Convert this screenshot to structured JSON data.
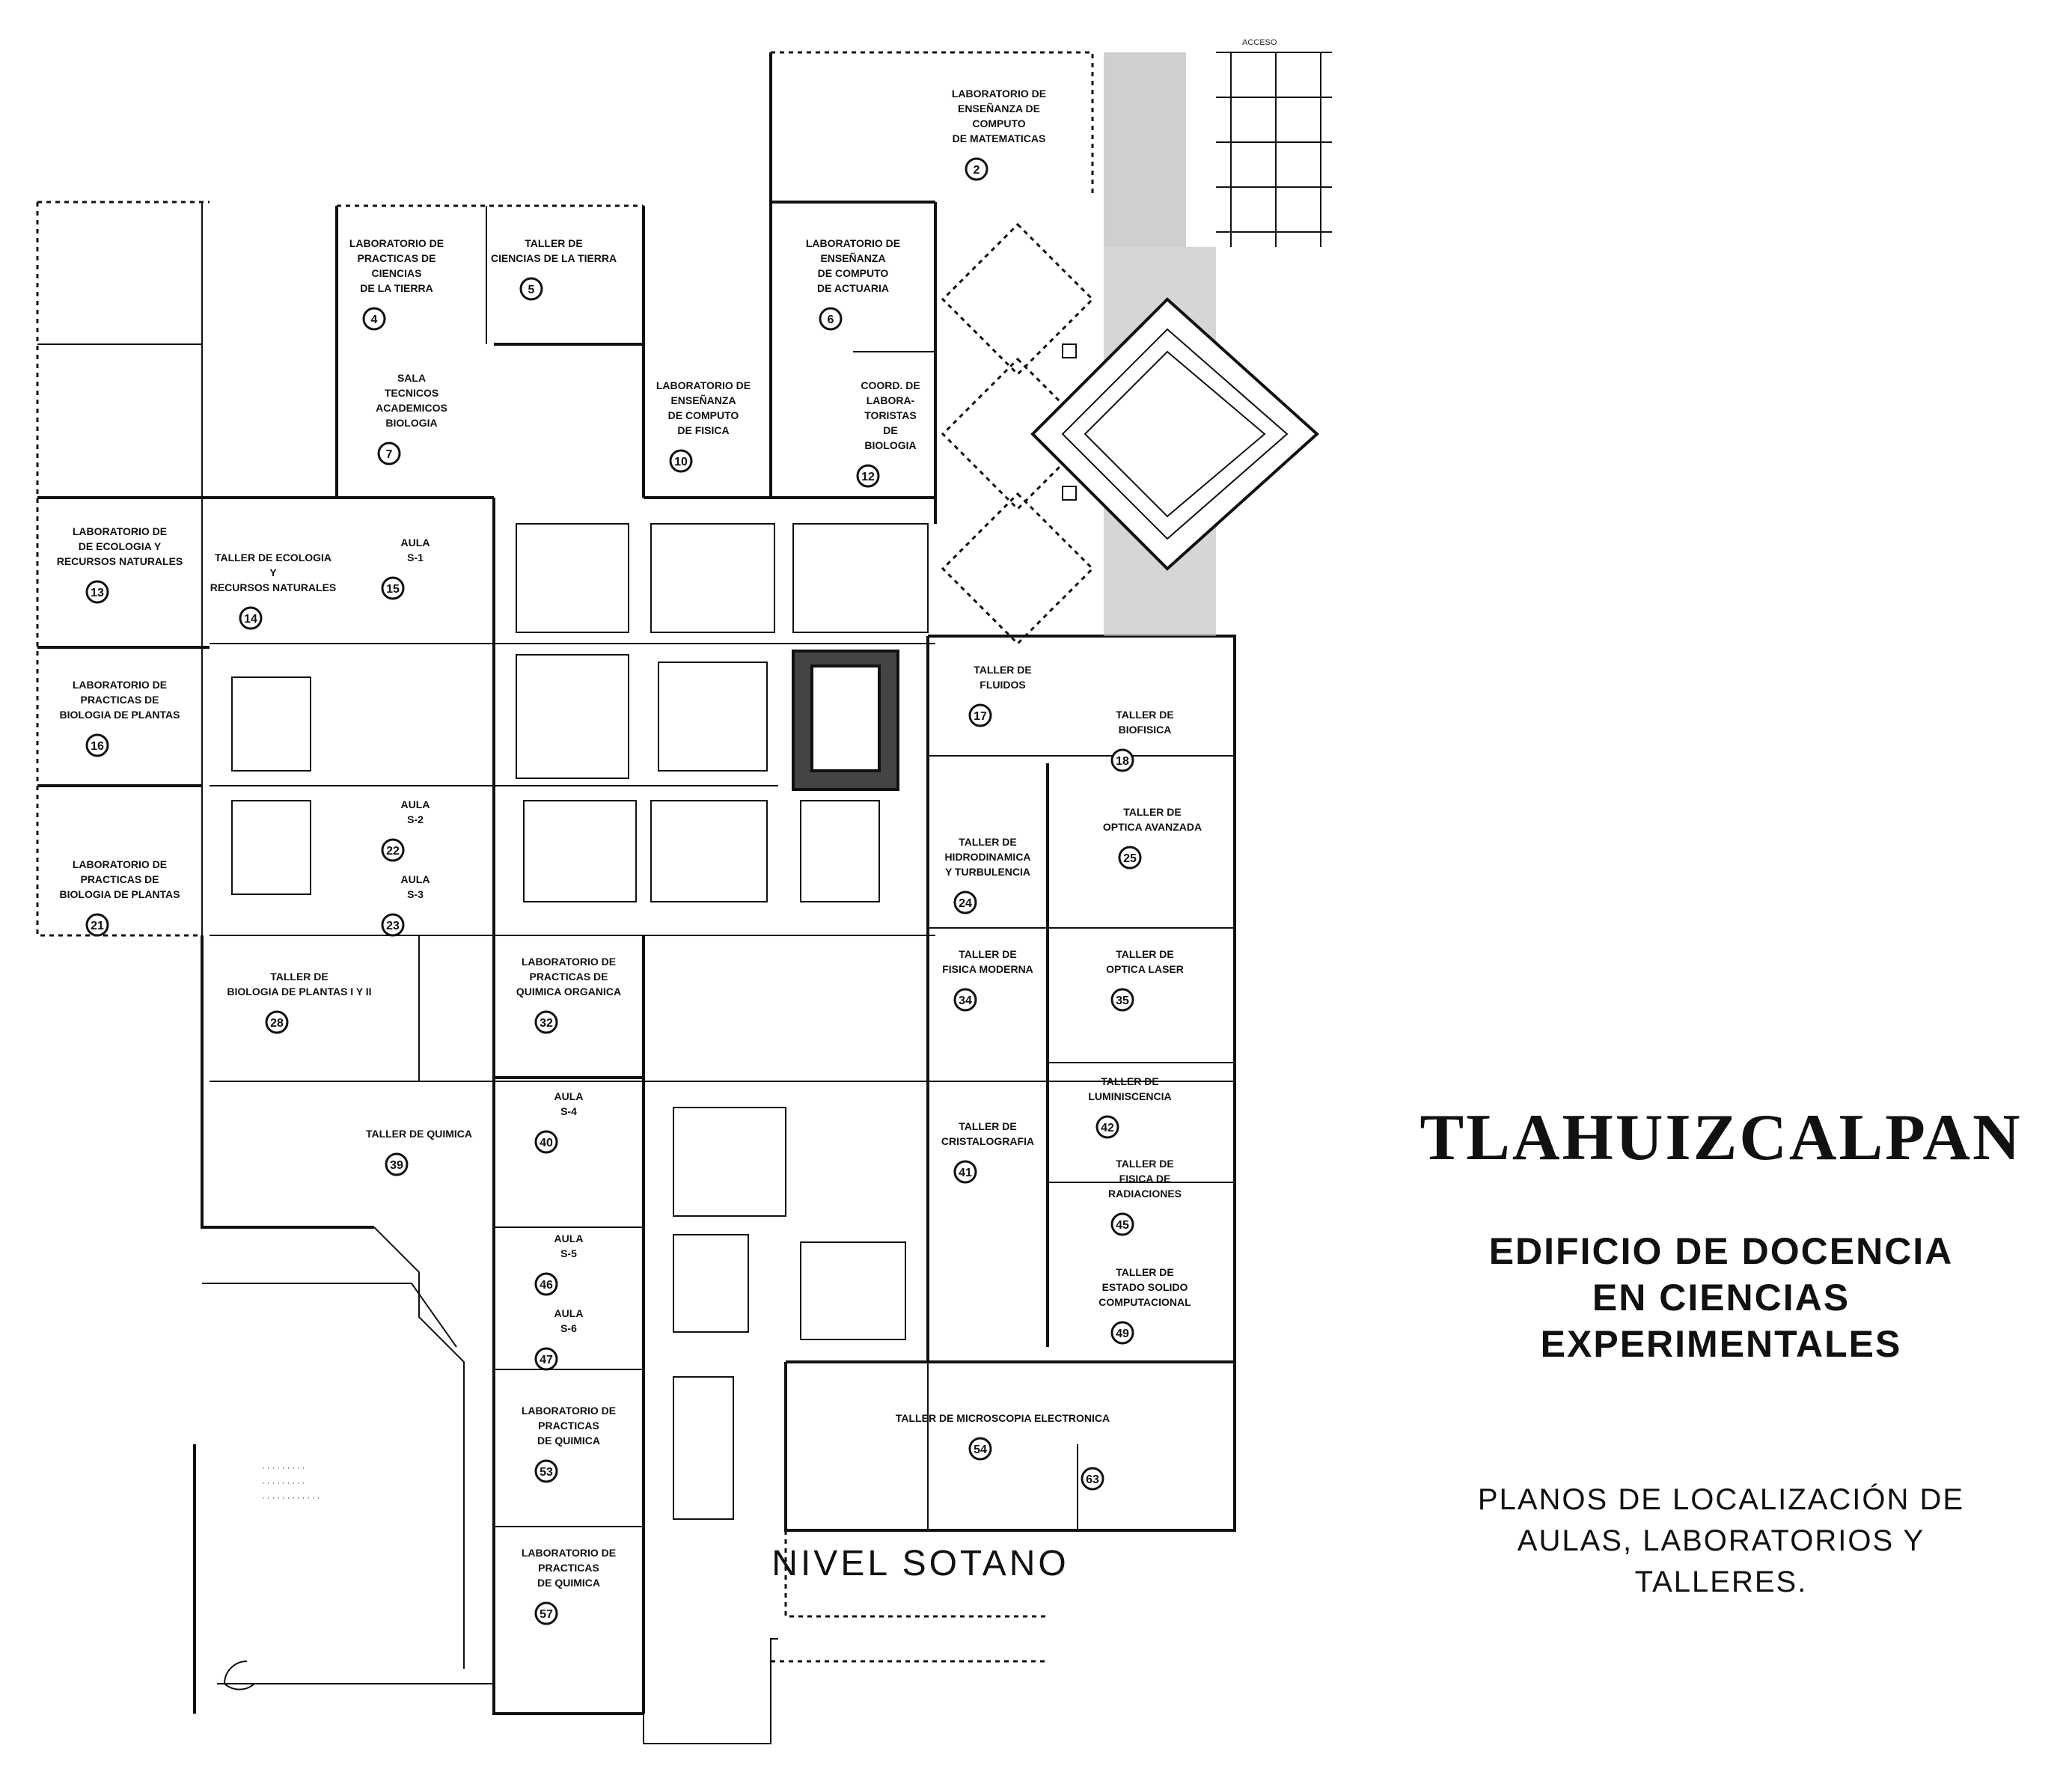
{
  "title": "TLAHUIZCALPAN",
  "subtitle_lines": [
    "EDIFICIO DE DOCENCIA",
    "EN CIENCIAS",
    "EXPERIMENTALES"
  ],
  "description_lines": [
    "PLANOS DE LOCALIZACIÓN DE",
    "AULAS, LABORATORIOS Y",
    "TALLERES."
  ],
  "level_label": "NIVEL SOTANO",
  "access_label": "ACCESO",
  "rooms": [
    {
      "num": "2",
      "lines": [
        "LABORATORIO DE",
        "ENSEÑANZA DE",
        "COMPUTO",
        "DE MATEMATICAS"
      ]
    },
    {
      "num": "4",
      "lines": [
        "LABORATORIO DE",
        "PRACTICAS DE",
        "CIENCIAS",
        "DE LA TIERRA"
      ]
    },
    {
      "num": "5",
      "lines": [
        "TALLER DE",
        "CIENCIAS DE LA TIERRA"
      ]
    },
    {
      "num": "6",
      "lines": [
        "LABORATORIO DE",
        "ENSEÑANZA",
        "DE COMPUTO",
        "DE ACTUARIA"
      ]
    },
    {
      "num": "7",
      "lines": [
        "SALA",
        "TECNICOS",
        "ACADEMICOS",
        "BIOLOGIA"
      ]
    },
    {
      "num": "10",
      "lines": [
        "LABORATORIO DE",
        "ENSEÑANZA",
        "DE COMPUTO",
        "DE FISICA"
      ]
    },
    {
      "num": "12",
      "lines": [
        "COORD. DE",
        "LABORA-",
        "TORISTAS",
        "DE",
        "BIOLOGIA"
      ]
    },
    {
      "num": "13",
      "lines": [
        "LABORATORIO DE",
        "DE ECOLOGIA Y",
        "RECURSOS NATURALES"
      ]
    },
    {
      "num": "14",
      "lines": [
        "TALLER DE ECOLOGIA",
        "Y",
        "RECURSOS NATURALES"
      ]
    },
    {
      "num": "15",
      "lines": [
        "AULA",
        "S-1"
      ]
    },
    {
      "num": "16",
      "lines": [
        "LABORATORIO DE",
        "PRACTICAS DE",
        "BIOLOGIA DE PLANTAS"
      ]
    },
    {
      "num": "17",
      "lines": [
        "TALLER DE",
        "FLUIDOS"
      ]
    },
    {
      "num": "18",
      "lines": [
        "TALLER DE",
        "BIOFISICA"
      ]
    },
    {
      "num": "21",
      "lines": [
        "LABORATORIO DE",
        "PRACTICAS DE",
        "BIOLOGIA DE PLANTAS"
      ]
    },
    {
      "num": "22",
      "lines": [
        "AULA",
        "S-2"
      ]
    },
    {
      "num": "23",
      "lines": [
        "AULA",
        "S-3"
      ]
    },
    {
      "num": "24",
      "lines": [
        "TALLER DE",
        "HIDRODINAMICA",
        "Y TURBULENCIA"
      ]
    },
    {
      "num": "25",
      "lines": [
        "TALLER DE",
        "OPTICA AVANZADA"
      ]
    },
    {
      "num": "28",
      "lines": [
        "TALLER DE",
        "BIOLOGIA DE PLANTAS I Y II"
      ]
    },
    {
      "num": "32",
      "lines": [
        "LABORATORIO DE",
        "PRACTICAS DE",
        "QUIMICA ORGANICA"
      ]
    },
    {
      "num": "34",
      "lines": [
        "TALLER DE",
        "FISICA MODERNA"
      ]
    },
    {
      "num": "35",
      "lines": [
        "TALLER DE",
        "OPTICA LASER"
      ]
    },
    {
      "num": "39",
      "lines": [
        "TALLER DE QUIMICA"
      ]
    },
    {
      "num": "40",
      "lines": [
        "AULA",
        "S-4"
      ]
    },
    {
      "num": "41",
      "lines": [
        "TALLER DE",
        "CRISTALOGRAFIA"
      ]
    },
    {
      "num": "42",
      "lines": [
        "TALLER DE",
        "LUMINISCENCIA"
      ]
    },
    {
      "num": "45",
      "lines": [
        "TALLER DE",
        "FISICA DE",
        "RADIACIONES"
      ]
    },
    {
      "num": "46",
      "lines": [
        "AULA",
        "S-5"
      ]
    },
    {
      "num": "47",
      "lines": [
        "AULA",
        "S-6"
      ]
    },
    {
      "num": "49",
      "lines": [
        "TALLER DE",
        "ESTADO SOLIDO",
        "COMPUTACIONAL"
      ]
    },
    {
      "num": "53",
      "lines": [
        "LABORATORIO DE",
        "PRACTICAS",
        "DE QUIMICA"
      ]
    },
    {
      "num": "54",
      "lines": [
        "TALLER DE MICROSCOPIA ELECTRONICA"
      ]
    },
    {
      "num": "57",
      "lines": [
        "LABORATORIO DE",
        "PRACTICAS",
        "DE QUIMICA"
      ]
    },
    {
      "num": "63",
      "lines": []
    }
  ]
}
